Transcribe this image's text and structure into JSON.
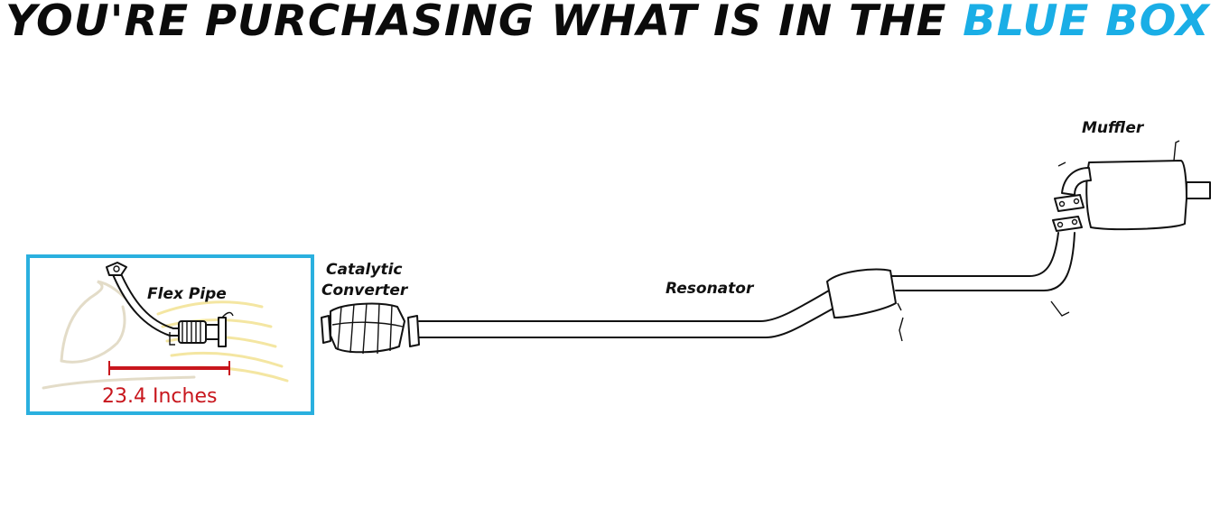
{
  "headline": {
    "text": "YOU'RE PURCHASING WHAT IS IN THE ",
    "accent_text": "BLUE BOX",
    "text_color": "#0b0b0b",
    "accent_color": "#1aaee6"
  },
  "box_color": "#2ab0df",
  "labels": {
    "flex_pipe": "Flex Pipe",
    "catalytic_line1": "Catalytic",
    "catalytic_line2": "Converter",
    "resonator": "Resonator",
    "muffler": "Muffler"
  },
  "measurement": {
    "text": "23.4 Inches",
    "color": "#c8161d"
  },
  "icons": [
    "horse-watermark-icon"
  ]
}
